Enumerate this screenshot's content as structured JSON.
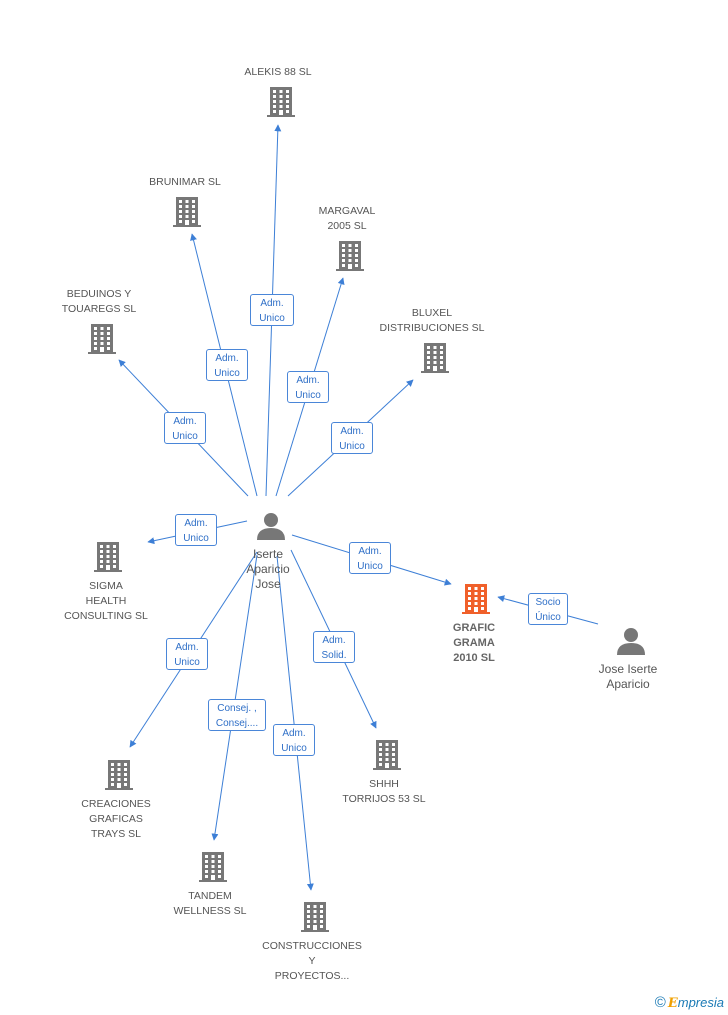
{
  "center_person": {
    "label": "Iserte\nAparicio\nJose"
  },
  "other_person": {
    "label": "Jose Iserte\nAparicio"
  },
  "companies": [
    {
      "id": "alekis",
      "label": "ALEKIS 88 SL"
    },
    {
      "id": "brunimar",
      "label": "BRUNIMAR SL"
    },
    {
      "id": "margaval",
      "label": "MARGAVAL\n2005 SL"
    },
    {
      "id": "beduinos",
      "label": "BEDUINOS Y\nTOUAREGS SL"
    },
    {
      "id": "bluxel",
      "label": "BLUXEL\nDISTRIBUCIONES SL"
    },
    {
      "id": "sigma",
      "label": "SIGMA\nHEALTH\nCONSULTING SL"
    },
    {
      "id": "grafic",
      "label": "GRAFIC\nGRAMA\n2010  SL",
      "highlight": true
    },
    {
      "id": "creaciones",
      "label": "CREACIONES\nGRAFICAS\nTRAYS  SL"
    },
    {
      "id": "shhh",
      "label": "SHHH\nTORRIJOS 53  SL"
    },
    {
      "id": "tandem",
      "label": "TANDEM\nWELLNESS SL"
    },
    {
      "id": "construcciones",
      "label": "CONSTRUCCIONES\nY\nPROYECTOS..."
    }
  ],
  "edges": [
    {
      "from": "center",
      "to": "alekis",
      "label": "Adm.\nUnico"
    },
    {
      "from": "center",
      "to": "brunimar",
      "label": "Adm.\nUnico"
    },
    {
      "from": "center",
      "to": "margaval",
      "label": "Adm.\nUnico"
    },
    {
      "from": "center",
      "to": "beduinos",
      "label": "Adm.\nUnico"
    },
    {
      "from": "center",
      "to": "bluxel",
      "label": "Adm.\nUnico"
    },
    {
      "from": "center",
      "to": "sigma",
      "label": "Adm.\nUnico"
    },
    {
      "from": "center",
      "to": "grafic",
      "label": "Adm.\nUnico"
    },
    {
      "from": "other",
      "to": "grafic",
      "label": "Socio\nÚnico"
    },
    {
      "from": "center",
      "to": "creaciones",
      "label": "Adm.\nUnico"
    },
    {
      "from": "center",
      "to": "shhh",
      "label": "Adm.\nSolid."
    },
    {
      "from": "center",
      "to": "tandem",
      "label": "Consej. ,\nConsej...."
    },
    {
      "from": "center",
      "to": "construcciones",
      "label": "Adm.\nUnico"
    }
  ],
  "colors": {
    "edge": "#3d7fd6",
    "building": "#777777",
    "building_highlight": "#f0602a",
    "person": "#777777"
  },
  "footer": {
    "copyright": "©",
    "brand_initial": "E",
    "brand_rest": "mpresia"
  }
}
